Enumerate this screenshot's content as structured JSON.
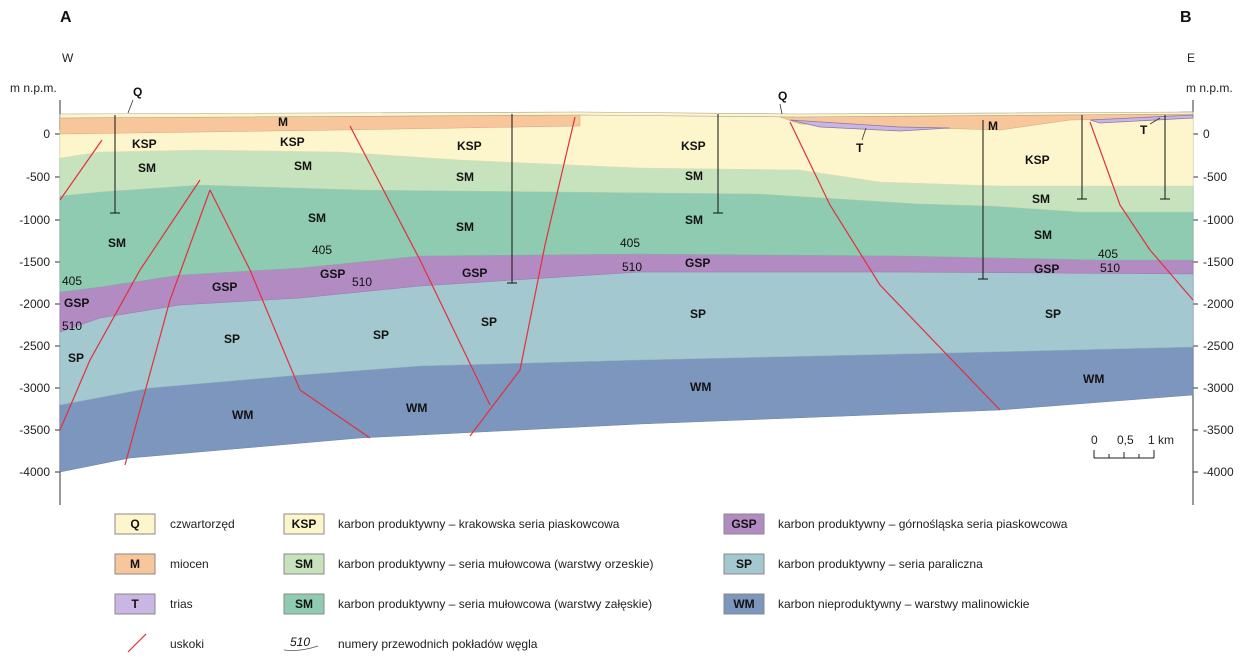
{
  "header": {
    "left_label": "A",
    "right_label": "B",
    "left_dir": "W",
    "right_dir": "E",
    "left_unit": "m n.p.m.",
    "right_unit": "m n.p.m."
  },
  "axis": {
    "ticks": [
      "0",
      "-500",
      "-1000",
      "-1500",
      "-2000",
      "-2500",
      "-3000",
      "-3500",
      "-4000"
    ]
  },
  "scale": {
    "labels": [
      "0",
      "0,5",
      "1 km"
    ]
  },
  "units": {
    "Q": "Q",
    "M": "M",
    "T": "T",
    "KSP": "KSP",
    "SM": "SM",
    "GSP": "GSP",
    "SP": "SP",
    "WM": "WM"
  },
  "seams": {
    "s405": "405",
    "s510": "510"
  },
  "colors": {
    "Q": "#fdf6cc",
    "M": "#f7c79b",
    "T": "#c9b6e2",
    "KSP": "#fdf6cc",
    "SM1": "#c7e3bd",
    "SM2": "#8fcbb1",
    "GSP": "#b38bc3",
    "SP": "#a3c8cf",
    "WM": "#7d96bd",
    "fault": "#e0303c"
  },
  "legend": [
    {
      "code": "Q",
      "text": "czwartorzęd"
    },
    {
      "code": "KSP",
      "text": "karbon produktywny – krakowska seria piaskowcowa"
    },
    {
      "code": "GSP",
      "text": "karbon produktywny – górnośląska seria piaskowcowa"
    },
    {
      "code": "M",
      "text": "miocen"
    },
    {
      "code": "SM",
      "text": "karbon produktywny – seria mułowcowa (warstwy orzeskie)"
    },
    {
      "code": "SP",
      "text": "karbon produktywny – seria paraliczna"
    },
    {
      "code": "T",
      "text": "trias"
    },
    {
      "code": "SM",
      "text": "karbon produktywny – seria mułowcowa (warstwy załęskie)"
    },
    {
      "code": "WM",
      "text": "karbon nieproduktywny – warstwy malinowickie"
    },
    {
      "code": "",
      "text": "uskoki"
    },
    {
      "code": "510",
      "text": "numery przewodnich pokładów węgla"
    }
  ]
}
